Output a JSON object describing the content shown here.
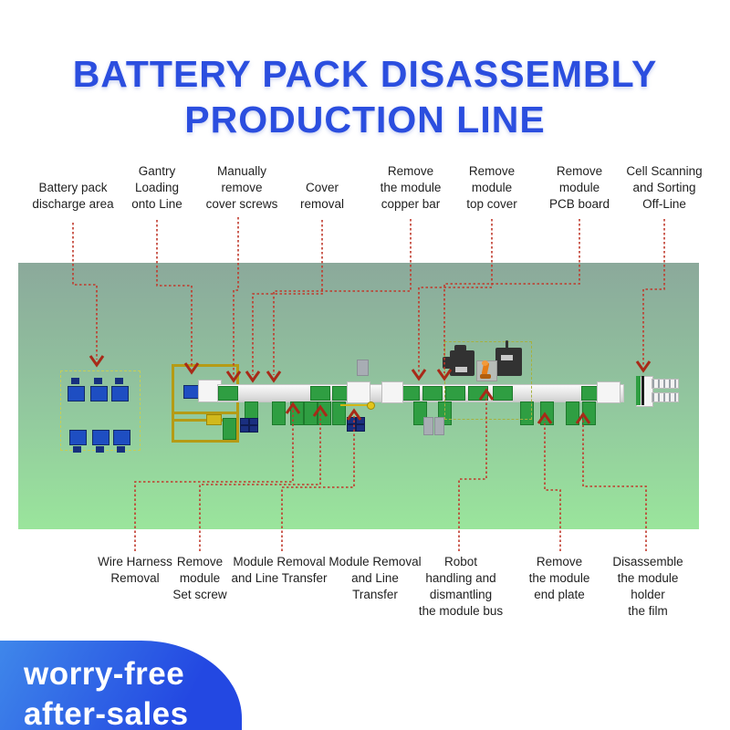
{
  "title": {
    "line1": "BATTERY PACK DISASSEMBLY",
    "line2": "PRODUCTION LINE"
  },
  "top_labels": [
    {
      "text": "Battery pack\ndischarge area"
    },
    {
      "text": "Gantry\nLoading\nonto Line"
    },
    {
      "text": "Manually\nremove\ncover screws"
    },
    {
      "text": "Cover\nremoval"
    },
    {
      "text": "Remove\nthe module\ncopper bar"
    },
    {
      "text": "Remove\nmodule\ntop cover"
    },
    {
      "text": "Remove\nmodule\nPCB board"
    },
    {
      "text": "Cell Scanning\nand Sorting\nOff-Line"
    }
  ],
  "bottom_labels": [
    {
      "text": "Wire Harness\nRemoval"
    },
    {
      "text": "Remove\nmodule\nSet screw"
    },
    {
      "text": "Module Removal\nand Line Transfer"
    },
    {
      "text": "Module Removal\nand Line\nTransfer"
    },
    {
      "text": "Robot\nhandling and\ndismantling\nthe module bus"
    },
    {
      "text": "Remove\nthe module\nend plate"
    },
    {
      "text": "Disassemble\nthe module\nholder\nthe film"
    }
  ],
  "badge": {
    "line1": "worry-free",
    "line2": "after-sales"
  },
  "colors": {
    "title_blue": "#2B4EDF",
    "label_text": "#1F1F1F",
    "connector_red": "#C0392B",
    "arrow_red": "#A82A18",
    "scene_top": "#8BA99B",
    "scene_bottom": "#9AE59C",
    "badge_start": "#3F87EA",
    "badge_end": "#2348E2",
    "module_green": "#2F9E42",
    "pack_blue": "#1E4EC2",
    "gantry_yellow": "#B59B15"
  }
}
